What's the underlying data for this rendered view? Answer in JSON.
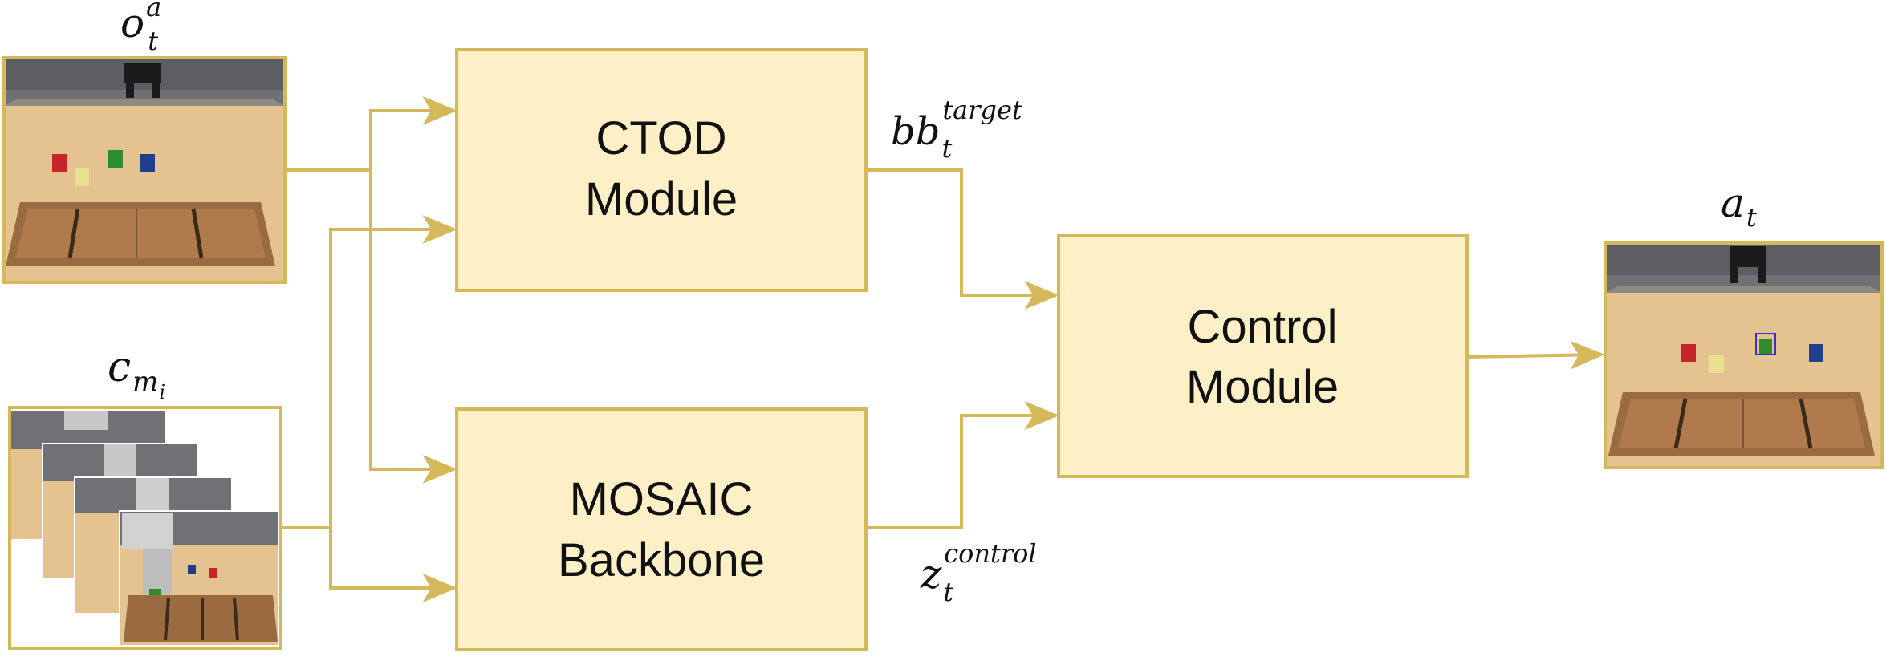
{
  "colors": {
    "box_fill": "#fdf0c7",
    "box_stroke": "#d5b859",
    "arrow": "#d5b859",
    "panel_frame": "#d5b859",
    "table": "#e4c390",
    "wall": "#6f7174",
    "tray": "#9a6a40",
    "cube_red": "#c4262a",
    "cube_yellow": "#e8e08e",
    "cube_green": "#2e8b2e",
    "cube_blue": "#1f3f8c",
    "robot": "#1b1b1b",
    "bbox_highlight": "#3333cc"
  },
  "inputs": {
    "observation_label": {
      "base": "o",
      "sub": "t",
      "sup": "a"
    },
    "context_label": {
      "base": "c",
      "sub": "m",
      "subsub": "i"
    }
  },
  "modules": {
    "ctod": {
      "line1": "CTOD",
      "line2": "Module"
    },
    "mosaic": {
      "line1": "MOSAIC",
      "line2": "Backbone"
    },
    "control": {
      "line1": "Control",
      "line2": "Module"
    }
  },
  "signals": {
    "bbox_target": {
      "base": "bb",
      "sub": "t",
      "sup": "target"
    },
    "z_control": {
      "base": "z",
      "sub": "t",
      "sup": "control"
    }
  },
  "output": {
    "action_label": {
      "base": "a",
      "sub": "t"
    }
  },
  "icons": {
    "observation_panel": "robot-tabletop-scene",
    "context_panel": "stacked-demonstration-frames",
    "action_panel": "robot-tabletop-scene-with-bbox"
  }
}
